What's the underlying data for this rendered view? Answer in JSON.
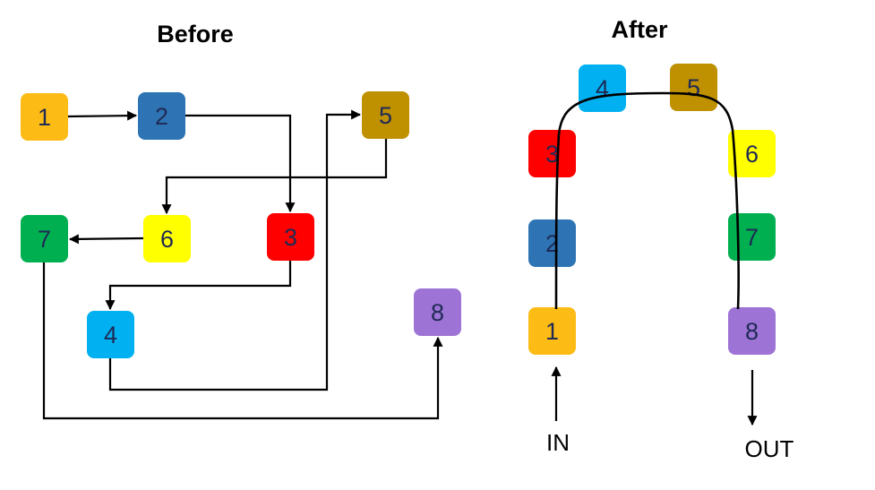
{
  "before": {
    "title": "Before",
    "nodes": [
      {
        "id": "1",
        "label": "1",
        "color": "#FDBB16"
      },
      {
        "id": "2",
        "label": "2",
        "color": "#2E74B5"
      },
      {
        "id": "3",
        "label": "3",
        "color": "#FF0000"
      },
      {
        "id": "4",
        "label": "4",
        "color": "#00B0F0"
      },
      {
        "id": "5",
        "label": "5",
        "color": "#BF9000"
      },
      {
        "id": "6",
        "label": "6",
        "color": "#FFFF00"
      },
      {
        "id": "7",
        "label": "7",
        "color": "#00B050"
      },
      {
        "id": "8",
        "label": "8",
        "color": "#9E73D6"
      }
    ],
    "edges": [
      {
        "from": "1",
        "to": "2"
      },
      {
        "from": "2",
        "to": "3"
      },
      {
        "from": "3",
        "to": "4"
      },
      {
        "from": "4",
        "to": "5"
      },
      {
        "from": "5",
        "to": "6"
      },
      {
        "from": "6",
        "to": "7"
      },
      {
        "from": "7",
        "to": "8"
      }
    ]
  },
  "after": {
    "title": "After",
    "nodes": [
      {
        "id": "1",
        "label": "1",
        "color": "#FDBB16"
      },
      {
        "id": "2",
        "label": "2",
        "color": "#2E74B5"
      },
      {
        "id": "3",
        "label": "3",
        "color": "#FF0000"
      },
      {
        "id": "4",
        "label": "4",
        "color": "#00B0F0"
      },
      {
        "id": "5",
        "label": "5",
        "color": "#BF9000"
      },
      {
        "id": "6",
        "label": "6",
        "color": "#FFFF00"
      },
      {
        "id": "7",
        "label": "7",
        "color": "#00B050"
      },
      {
        "id": "8",
        "label": "8",
        "color": "#9E73D6"
      }
    ],
    "in_label": "IN",
    "out_label": "OUT"
  },
  "colors": {
    "node_text": "#1F2A55",
    "line": "#000000"
  }
}
